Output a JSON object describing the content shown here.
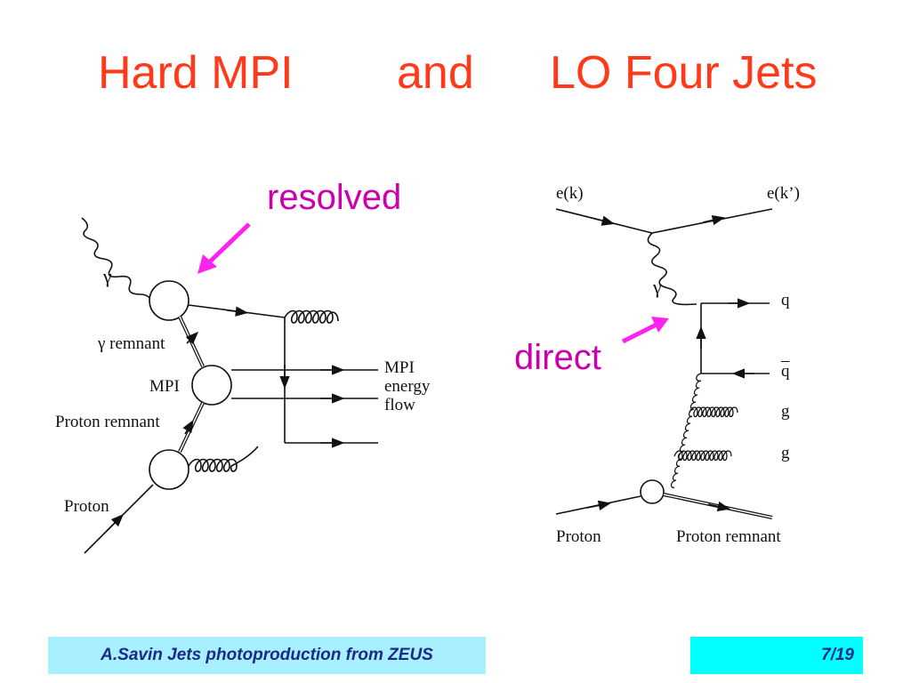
{
  "title": {
    "part1": "Hard MPI",
    "part2": "and",
    "part3": "LO Four Jets"
  },
  "annotations": {
    "resolved": "resolved",
    "direct": "direct"
  },
  "left_diagram": {
    "gamma": "γ",
    "gamma_remnant": "γ remnant",
    "mpi": "MPI",
    "proton_remnant": "Proton remnant",
    "proton": "Proton",
    "mpi_flow_1": "MPI",
    "mpi_flow_2": "energy",
    "mpi_flow_3": "flow"
  },
  "right_diagram": {
    "ek": "e(k)",
    "ek_prime": "e(k’)",
    "gamma": "γ",
    "q": "q",
    "qbar": "q",
    "g1": "g",
    "g2": "g",
    "proton": "Proton",
    "proton_remnant": "Proton remnant"
  },
  "footer": {
    "left": "A.Savin Jets photoproduction from ZEUS",
    "right": "7/19"
  },
  "colors": {
    "title": "#ff3a1a",
    "annotation": "#cc00aa",
    "arrow": "#ff22ee",
    "footer_left_bg": "#a8f0ff",
    "footer_right_bg": "#00ffff"
  }
}
